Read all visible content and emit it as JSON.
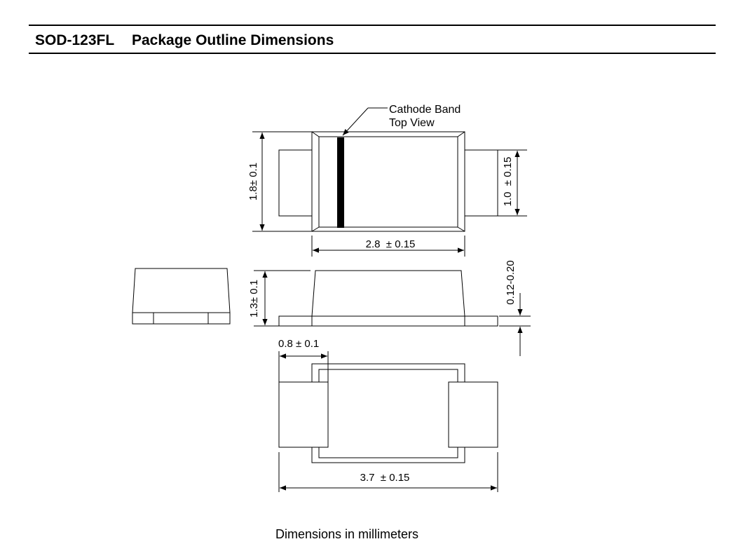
{
  "header": {
    "package": "SOD-123FL",
    "title": "Package Outline Dimensions"
  },
  "top_view": {
    "callout_line1": "Cathode Band",
    "callout_line2": "Top View",
    "dim_body_height": "1.8± 0.1",
    "dim_lead_width": "1.0  ± 0.15",
    "dim_body_length": "2.8  ± 0.15"
  },
  "side_view": {
    "dim_height": "1.3± 0.1",
    "dim_lead_thickness": "0.12-0.20"
  },
  "bottom_view": {
    "dim_pad_length": "0.8 ± 0.1",
    "dim_overall_length": "3.7  ± 0.15"
  },
  "footer": {
    "note": "Dimensions in millimeters"
  }
}
